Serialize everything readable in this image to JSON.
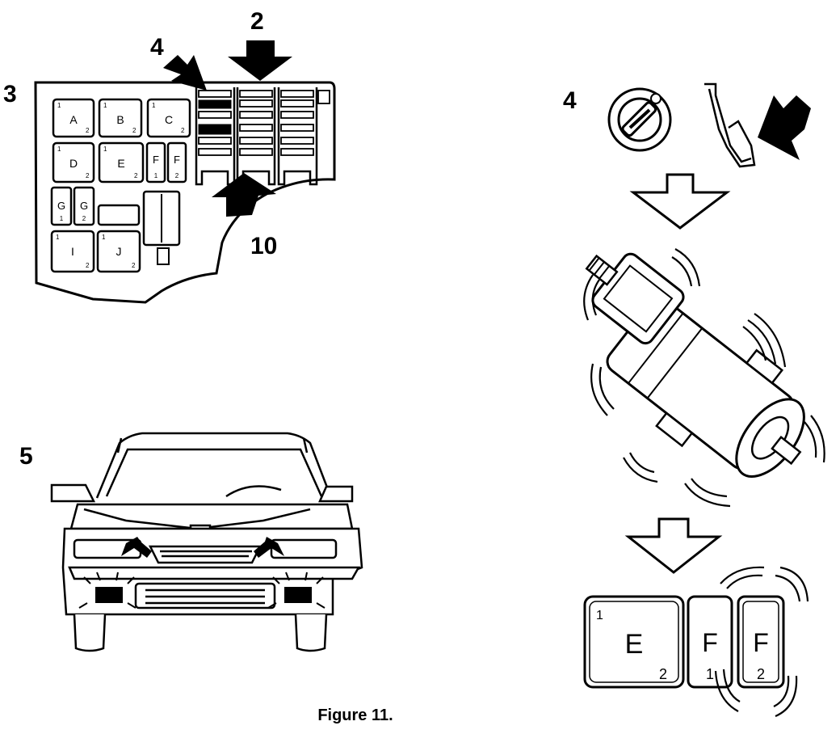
{
  "figure": {
    "caption": "Figure 11.",
    "callouts": {
      "fuse_box": "3",
      "relay_arrow": "4",
      "top_arrow": "2",
      "bottom_arrow": "10",
      "ignition": "4",
      "car": "5"
    }
  },
  "fuse_box": {
    "fuses": [
      {
        "letter": "A",
        "tl": "1",
        "br": "2"
      },
      {
        "letter": "B",
        "tl": "1",
        "br": "2"
      },
      {
        "letter": "C",
        "tl": "1",
        "br": "2"
      },
      {
        "letter": "D",
        "tl": "1",
        "br": "2"
      },
      {
        "letter": "E",
        "tl": "1",
        "br": "2"
      },
      {
        "letter": "F",
        "tl": "",
        "br": "1"
      },
      {
        "letter": "F",
        "tl": "",
        "br": "2"
      },
      {
        "letter": "G",
        "tl": "",
        "br": "1"
      },
      {
        "letter": "G",
        "tl": "",
        "br": "2"
      },
      {
        "letter": "I",
        "tl": "1",
        "br": "2"
      },
      {
        "letter": "J",
        "tl": "1",
        "br": "2"
      }
    ]
  },
  "detail": {
    "fuses": [
      {
        "letter": "E",
        "tl": "1",
        "br": "2"
      },
      {
        "letter": "F",
        "tl": "",
        "br": "1"
      },
      {
        "letter": "F",
        "tl": "",
        "br": "2"
      }
    ]
  },
  "icons": {
    "ignition": "ignition-switch-icon",
    "motor": "motor-icon",
    "car": "car-front-icon"
  }
}
